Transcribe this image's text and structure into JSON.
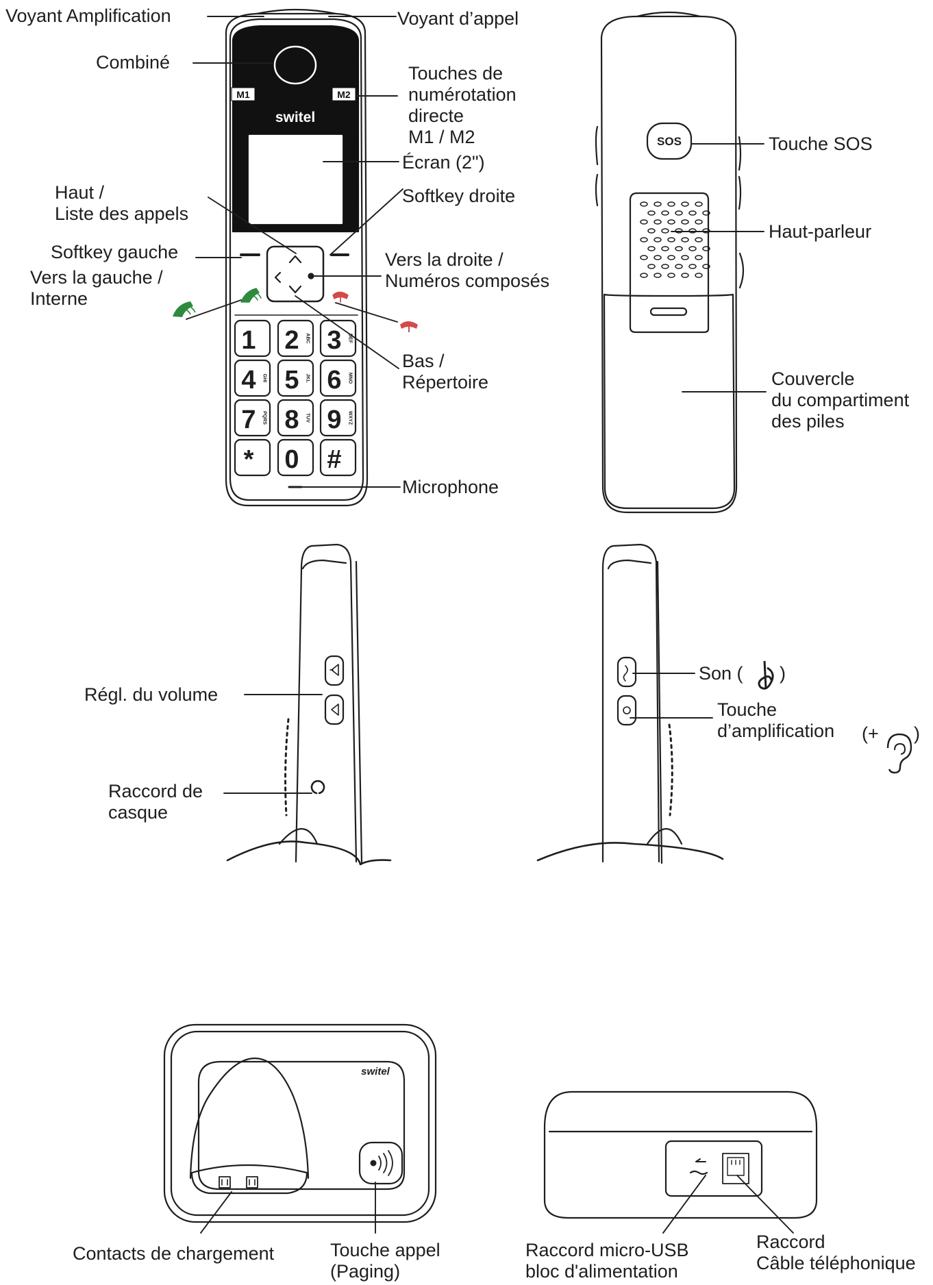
{
  "brand": "switel",
  "keypad": {
    "m1": "M1",
    "m2": "M2",
    "keys": [
      "1",
      "2",
      "3",
      "4",
      "5",
      "6",
      "7",
      "8",
      "9",
      "*",
      "0",
      "#"
    ],
    "key_subs": [
      "",
      "ABC",
      "DEF",
      "GHI",
      "JKL",
      "MNO",
      "PQRS",
      "TUV",
      "WXYZ",
      "",
      "",
      ""
    ]
  },
  "sos_key_text": "SOS",
  "icon_names": {
    "call": "green-handset-icon",
    "end": "red-handset-icon",
    "sound": "music-note-icon",
    "boost": "ear-plus-icon",
    "paging": "paging-wave-icon",
    "power": "plug-icon",
    "jack": "rj11-jack-icon"
  },
  "colors": {
    "call": "#2e8b3e",
    "end": "#d24a4a",
    "line": "#1e1e1e"
  },
  "labels": {
    "voyant_amplification": "Voyant Amplification",
    "voyant_appel": "Voyant d’appel",
    "combine": "Combiné",
    "touches_numerotation": [
      "Touches de",
      "numérotation",
      "directe",
      "M1 / M2"
    ],
    "ecran": "Écran (2\")",
    "haut_liste": [
      "Haut /",
      "Liste des appels"
    ],
    "softkey_droite": "Softkey droite",
    "softkey_gauche": "Softkey gauche",
    "vers_gauche": [
      "Vers la gauche /",
      "Interne"
    ],
    "vers_droite": [
      "Vers la droite /",
      "Numéros composés"
    ],
    "bas_repertoire": [
      "Bas /",
      "Répertoire"
    ],
    "microphone": "Microphone",
    "touche_sos": "Touche SOS",
    "haut_parleur": "Haut-parleur",
    "couvercle": [
      "Couvercle",
      "du compartiment",
      "des piles"
    ],
    "regl_volume": "Régl. du volume",
    "raccord_casque": [
      "Raccord de",
      "casque"
    ],
    "son": "Son (",
    "son_close": ")",
    "touche_amplification": [
      "Touche",
      "d’amplification"
    ],
    "amplification_symbol_open": "(+",
    "amplification_symbol_close": ")",
    "contacts_chargement": "Contacts de chargement",
    "touche_appel": [
      "Touche appel",
      "(Paging)"
    ],
    "raccord_micro_usb": [
      "Raccord micro-USB",
      "bloc d'alimentation"
    ],
    "raccord_cable": [
      "Raccord",
      "Câble téléphonique"
    ]
  }
}
